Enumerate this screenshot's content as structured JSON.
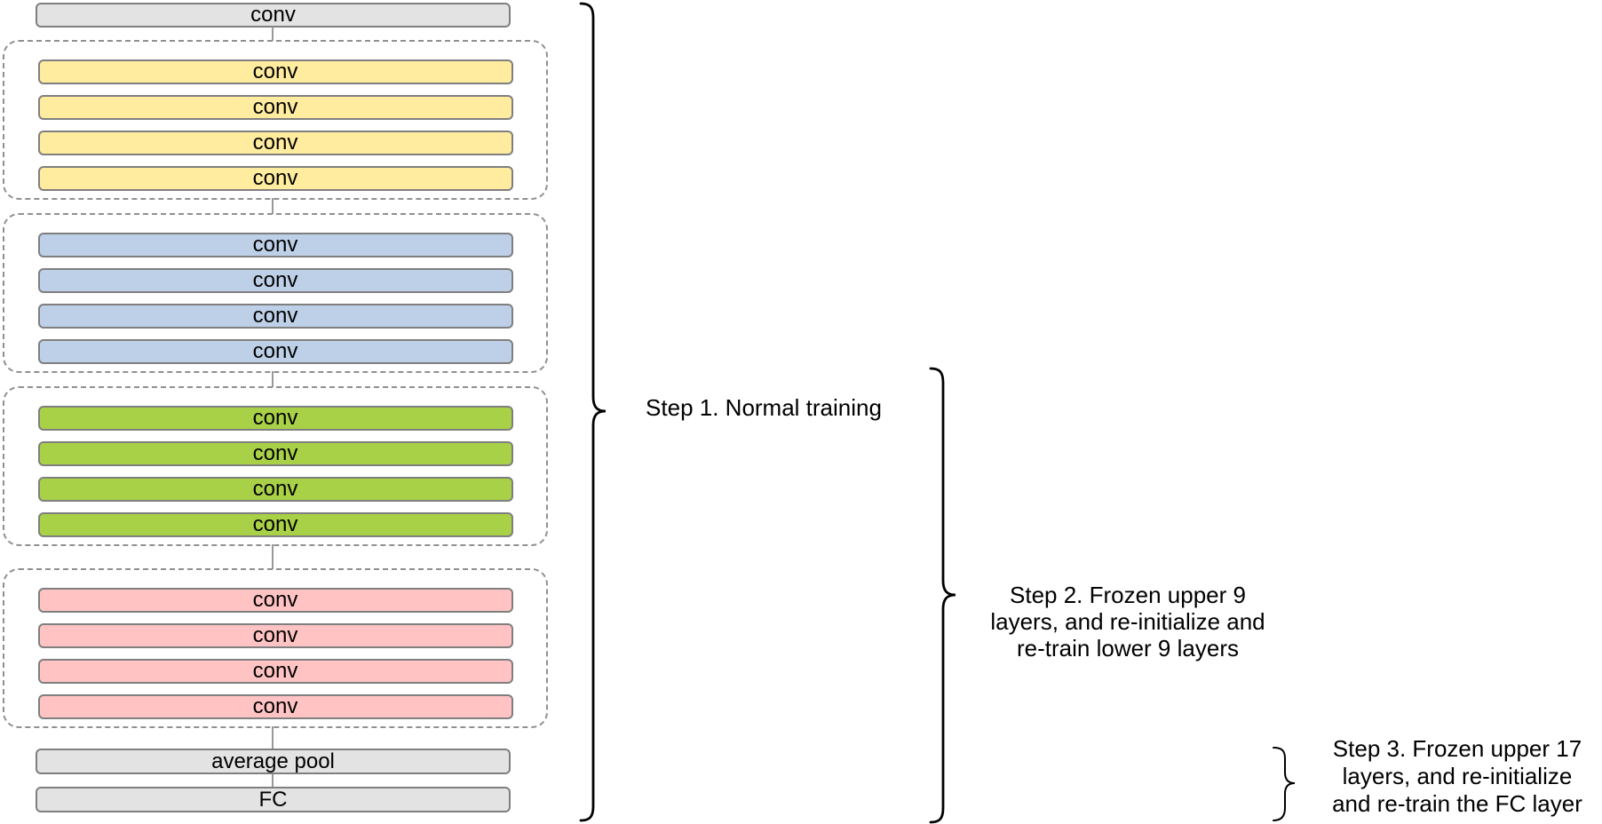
{
  "diagram": {
    "input_layer": {
      "label": "conv",
      "fill": "#E3E3E3"
    },
    "groups": [
      {
        "fill": "#FFEC9E",
        "layers": [
          "conv",
          "conv",
          "conv",
          "conv"
        ]
      },
      {
        "fill": "#BDD0E7",
        "layers": [
          "conv",
          "conv",
          "conv",
          "conv"
        ]
      },
      {
        "fill": "#A9D147",
        "layers": [
          "conv",
          "conv",
          "conv",
          "conv"
        ]
      },
      {
        "fill": "#FFC3C4",
        "layers": [
          "conv",
          "conv",
          "conv",
          "conv"
        ]
      }
    ],
    "pool_layer": {
      "label": "average pool",
      "fill": "#E3E3E3"
    },
    "fc_layer": {
      "label": "FC",
      "fill": "#E3E3E3"
    }
  },
  "annotations": {
    "step1": {
      "text": "Step 1. Normal training"
    },
    "step2": {
      "lines": [
        "Step 2. Frozen upper 9",
        "layers, and re-initialize and",
        "re-train lower 9 layers"
      ]
    },
    "step3": {
      "lines": [
        "Step 3. Frozen upper 17",
        "layers, and re-initialize",
        "and re-train the FC layer"
      ]
    }
  },
  "colors": {
    "box_border": "#7F7F7F",
    "group_border": "#909090",
    "connector": "#999999",
    "brace": "#000000",
    "text": "#000000",
    "background": "#FFFFFF"
  }
}
